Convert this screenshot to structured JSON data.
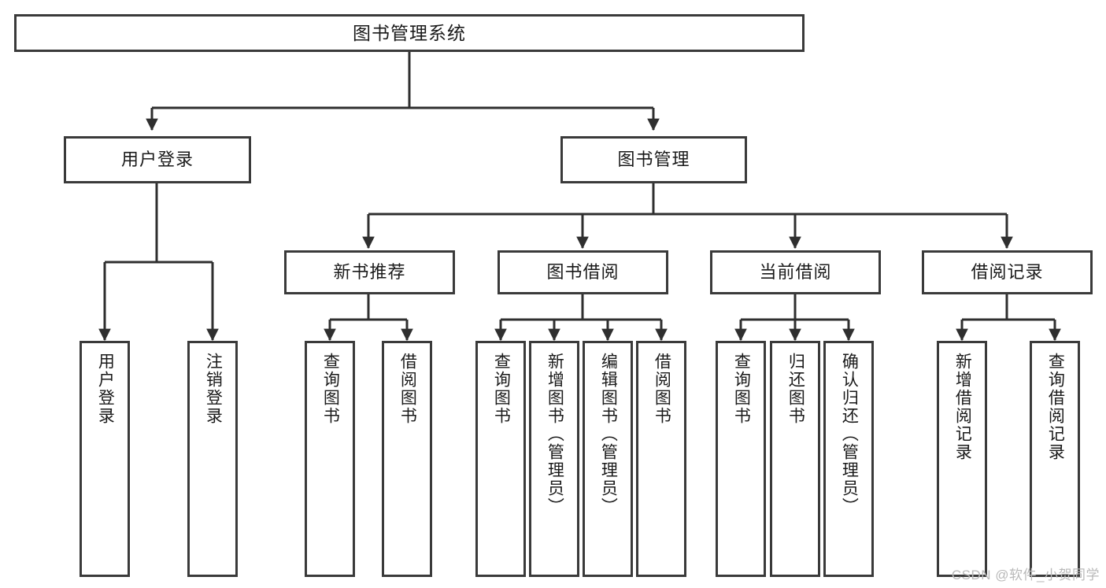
{
  "diagram": {
    "type": "tree",
    "title": "图书管理系统",
    "orientation": "top-down",
    "colors": {
      "box_border": "#3a3a3a",
      "box_fill": "#ffffff",
      "edge": "#2f2f2f",
      "text": "#1a1a1a",
      "watermark": "#b9b9b9",
      "background": "#ffffff"
    }
  },
  "nodes": {
    "root": {
      "label": "图书管理系统"
    },
    "level2": [
      {
        "id": "user-login",
        "label": "用户登录"
      },
      {
        "id": "book-manage",
        "label": "图书管理"
      }
    ],
    "level3": [
      {
        "id": "new-book-recommend",
        "label": "新书推荐"
      },
      {
        "id": "book-borrow",
        "label": "图书借阅"
      },
      {
        "id": "current-borrow",
        "label": "当前借阅"
      },
      {
        "id": "borrow-record",
        "label": "借阅记录"
      }
    ],
    "leaves": {
      "user-login": [
        {
          "id": "leaf-user-login",
          "label": "用户登录"
        },
        {
          "id": "leaf-user-logout",
          "label": "注销登录"
        }
      ],
      "new-book-recommend": [
        {
          "id": "leaf-query-book-1",
          "label": "查询图书"
        },
        {
          "id": "leaf-borrow-book-1",
          "label": "借阅图书"
        }
      ],
      "book-borrow": [
        {
          "id": "leaf-query-book-2",
          "label": "查询图书"
        },
        {
          "id": "leaf-add-book",
          "label": "新增图书（管理员）"
        },
        {
          "id": "leaf-edit-book",
          "label": "编辑图书（管理员）"
        },
        {
          "id": "leaf-borrow-book-2",
          "label": "借阅图书"
        }
      ],
      "current-borrow": [
        {
          "id": "leaf-query-book-3",
          "label": "查询图书"
        },
        {
          "id": "leaf-return-book",
          "label": "归还图书"
        },
        {
          "id": "leaf-confirm-return",
          "label": "确认归还（管理员）"
        }
      ],
      "borrow-record": [
        {
          "id": "leaf-add-record",
          "label": "新增借阅记录"
        },
        {
          "id": "leaf-query-record",
          "label": "查询借阅记录"
        }
      ]
    }
  },
  "watermark": {
    "text": "CSDN @软件_小贺同学"
  }
}
